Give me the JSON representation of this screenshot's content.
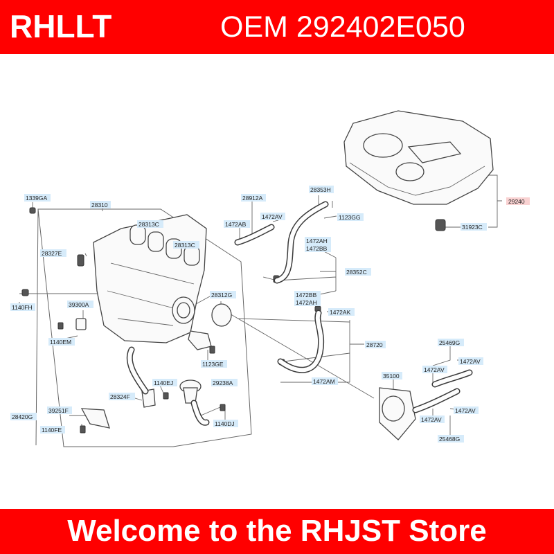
{
  "header": {
    "brand": "RHLLT",
    "oem": "OEM 292402E050"
  },
  "footer": {
    "welcome": "Welcome to the RHJST Store"
  },
  "colors": {
    "banner": "#ff0000",
    "banner_text": "#ffffff",
    "label_bg": "#d6ebfa",
    "highlight_bg": "#f9d2d2"
  },
  "diagram": {
    "labels": {
      "l1339GA": "1339GA",
      "l28310": "28310",
      "l28912A": "28912A",
      "l28353H": "28353H",
      "l29240": "29240",
      "l1472AB": "1472AB",
      "l1472AV_top": "1472AV",
      "l1123GG": "1123GG",
      "l31923C": "31923C",
      "l28313C_a": "28313C",
      "l28313C_b": "28313C",
      "l1472AH_a": "1472AH",
      "l1472BB_a": "1472BB",
      "l28327E": "28327E",
      "l28352C": "28352C",
      "l1472BB_b": "1472BB",
      "l1472AH_b": "1472AH",
      "l1140FH": "1140FH",
      "l39300A": "39300A",
      "l28312G": "28312G",
      "l1472AK": "1472AK",
      "l1140EM": "1140EM",
      "l28720": "28720",
      "l25469G": "25469G",
      "l1123GE": "1123GE",
      "l1472AV_r1": "1472AV",
      "l1472AV_r2": "1472AV",
      "l1472AM": "1472AM",
      "l35100": "35100",
      "l1140EJ": "1140EJ",
      "l29238A": "29238A",
      "l28324F": "28324F",
      "l39251F": "39251F",
      "l28420G": "28420G",
      "l1140DJ": "1140DJ",
      "l1472AV_r3": "1472AV",
      "l1472AV_r4": "1472AV",
      "l1140FE": "1140FE",
      "l25468G": "25468G"
    }
  }
}
